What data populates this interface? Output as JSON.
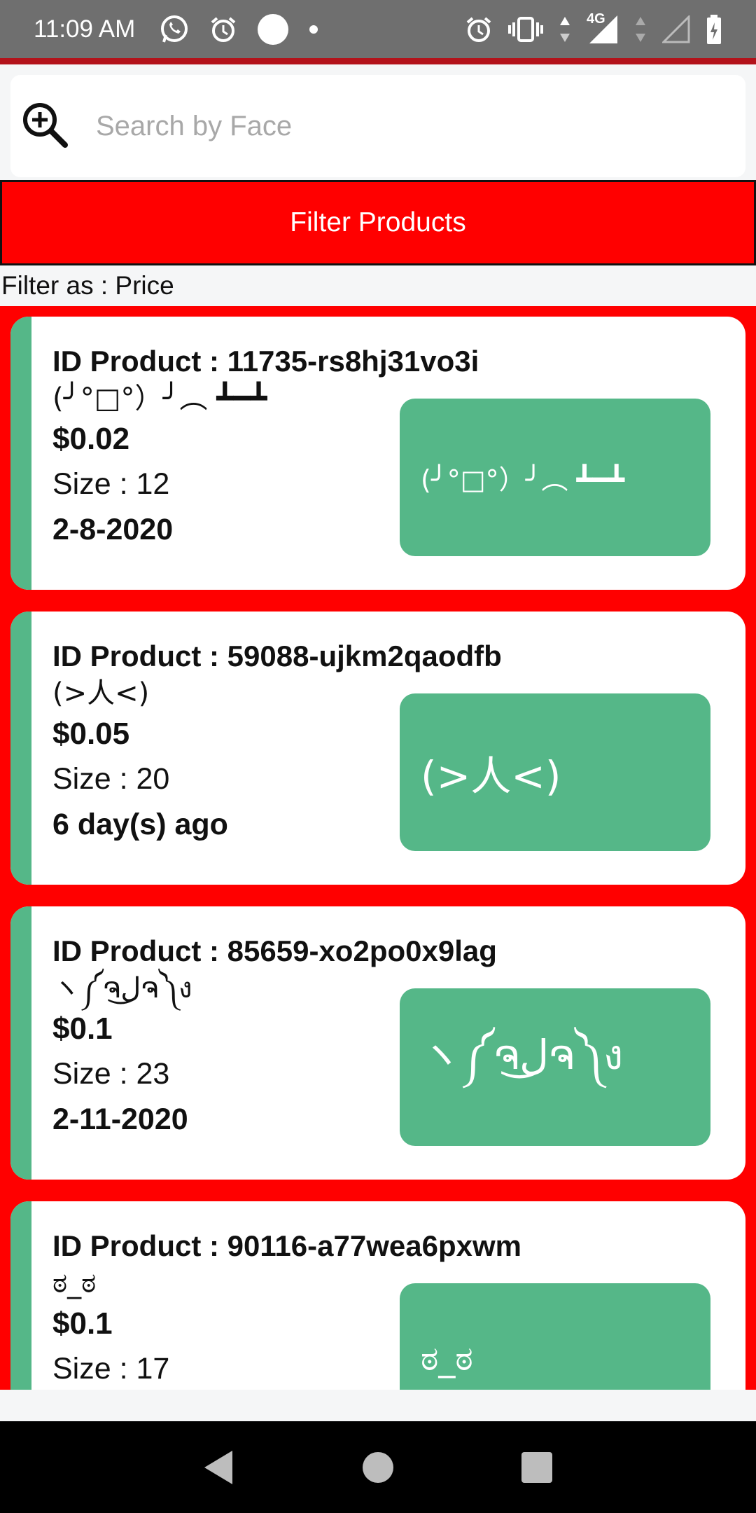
{
  "status_bar": {
    "time": "11:09 AM",
    "network": "4G",
    "icons_left": [
      "whatsapp-icon",
      "alarm-icon",
      "circle-icon",
      "dot-icon"
    ],
    "icons_right": [
      "alarm-icon",
      "vibrate-icon",
      "data-arrows-icon",
      "signal-icon",
      "signal-empty-icon",
      "battery-icon"
    ]
  },
  "search": {
    "placeholder": "Search by Face",
    "value": "",
    "icon": "zoom-in-icon"
  },
  "filter": {
    "button_label": "Filter Products",
    "filter_as_label": "Filter as : Price"
  },
  "colors": {
    "accent_red": "#ff0000",
    "card_green": "#55b788",
    "status_bar": "#6f6f6f",
    "status_accent": "#b3121a"
  },
  "products": [
    {
      "id_label": "ID Product : 11735-rs8hj31vo3i",
      "face": "(╯°□°）╯︵ ┻━┻",
      "price": "$0.02",
      "size": "Size : 12",
      "date": "2-8-2020"
    },
    {
      "id_label": "ID Product : 59088-ujkm2qaodfb",
      "face": "(>人<)",
      "price": "$0.05",
      "size": "Size : 20",
      "date": "6 day(s) ago"
    },
    {
      "id_label": "ID Product : 85659-xo2po0x9lag",
      "face": "ヽ༼ຈل͜ຈ༽ง",
      "price": "$0.1",
      "size": "Size : 23",
      "date": "2-11-2020"
    },
    {
      "id_label": "ID Product : 90116-a77wea6pxwm",
      "face": "ಠ_ಠ",
      "price": "$0.1",
      "size": "Size : 17",
      "date": ""
    }
  ],
  "nav": {
    "back": "back-icon",
    "home": "home-icon",
    "recents": "recents-icon"
  }
}
